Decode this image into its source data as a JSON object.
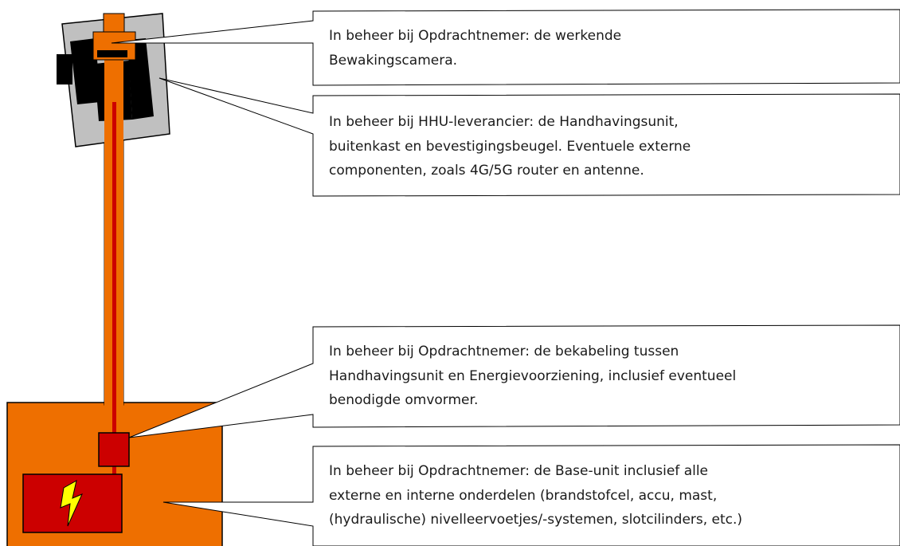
{
  "callouts": [
    {
      "id": "surveillance-camera",
      "lines": [
        "In beheer bij Opdrachtnemer: de werkende",
        "Bewakingscamera."
      ]
    },
    {
      "id": "enforcement-unit",
      "lines": [
        "In beheer bij HHU-leverancier: de Handhavingsunit,",
        "buitenkast en bevestigingsbeugel. Eventuele externe",
        "componenten, zoals 4G/5G router en antenne."
      ]
    },
    {
      "id": "cabling",
      "lines": [
        "In beheer bij Opdrachtnemer: de bekabeling tussen",
        "Handhavingsunit en Energievoorziening, inclusief eventueel",
        "benodigde omvormer."
      ]
    },
    {
      "id": "base-unit",
      "lines": [
        "In beheer bij Opdrachtnemer: de Base-unit inclusief alle",
        "externe en interne onderdelen (brandstofcel, accu, mast,",
        "(hydraulische) nivelleervoetjes/-systemen, slotcilinders, etc.)"
      ]
    }
  ],
  "colors": {
    "orange": "#ee6f00",
    "red": "#cc0000",
    "grey": "#c0c0c0",
    "black": "#000000",
    "bolt": "#ffff00"
  }
}
